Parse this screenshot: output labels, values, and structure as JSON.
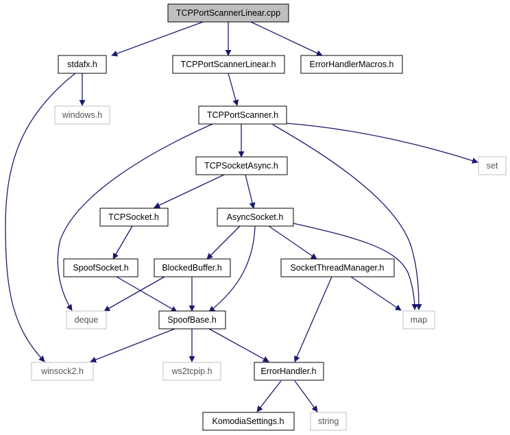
{
  "colors": {
    "edge": "#191970",
    "node_border_solid": "#000000",
    "node_border_external": "#bfbfbf",
    "root_fill": "#bfbfbf"
  },
  "nodes": {
    "root": "TCPPortScannerLinear.cpp",
    "stdafx": "stdafx.h",
    "linear_h": "TCPPortScannerLinear.h",
    "errmacros": "ErrorHandlerMacros.h",
    "windows": "windows.h",
    "scanner": "TCPPortScanner.h",
    "set": "set",
    "sockasync": "TCPSocketAsync.h",
    "tcpsocket": "TCPSocket.h",
    "asyncsocket": "AsyncSocket.h",
    "spoofsocket": "SpoofSocket.h",
    "blocked": "BlockedBuffer.h",
    "threadmgr": "SocketThreadManager.h",
    "deque": "deque",
    "spoofbase": "SpoofBase.h",
    "map": "map",
    "winsock": "winsock2.h",
    "ws2tcpip": "ws2tcpip.h",
    "errhandler": "ErrorHandler.h",
    "komodia": "KomodiaSettings.h",
    "string": "string"
  }
}
